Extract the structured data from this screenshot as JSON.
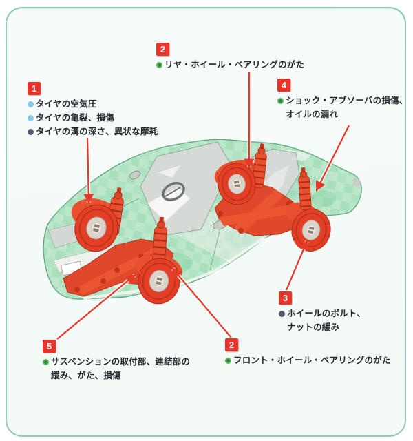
{
  "page": {
    "outer_background": "#ffffff",
    "panel_background": "#f6fbf9",
    "frame_border_color": "#94c9bf"
  },
  "colors": {
    "badge_red": "#e8332a",
    "arrow_red": "#e63928",
    "car_body_green": "#bce7cb",
    "car_outline_green": "#5fa57f",
    "car_parts_red": "#e24026",
    "window_gray": "#d6dad6",
    "bullet_blue": "#85c8e8",
    "bullet_dark_slate": "#5a5670",
    "bullet_green": "#58b35c"
  },
  "diagram": {
    "illustration": "car-suspension-inspection-points",
    "callouts": [
      {
        "number": "1",
        "items": [
          {
            "bullet": "blue",
            "text": "タイヤの空気圧"
          },
          {
            "bullet": "blue",
            "text": "タイヤの亀裂、損傷"
          },
          {
            "bullet": "dark",
            "text": "タイヤの溝の深さ、異状な摩耗"
          }
        ]
      },
      {
        "number": "2",
        "items": [
          {
            "bullet": "green",
            "text": "リヤ・ホイール・ベアリングのがた"
          }
        ]
      },
      {
        "number": "4",
        "items": [
          {
            "bullet": "green",
            "text": "ショック・アブソーバの損傷、"
          },
          {
            "bullet": "none",
            "text": "オイルの漏れ"
          }
        ]
      },
      {
        "number": "3",
        "items": [
          {
            "bullet": "dark",
            "text": "ホイールのボルト、"
          },
          {
            "bullet": "none",
            "text": "ナットの緩み"
          }
        ]
      },
      {
        "number": "5",
        "items": [
          {
            "bullet": "green",
            "text": "サスペンションの取付部、連結部の"
          },
          {
            "bullet": "none",
            "text": "緩み、がた、損傷"
          }
        ]
      },
      {
        "number": "2",
        "items": [
          {
            "bullet": "green",
            "text": "フロント・ホイール・ベアリングのがた"
          }
        ]
      }
    ]
  }
}
